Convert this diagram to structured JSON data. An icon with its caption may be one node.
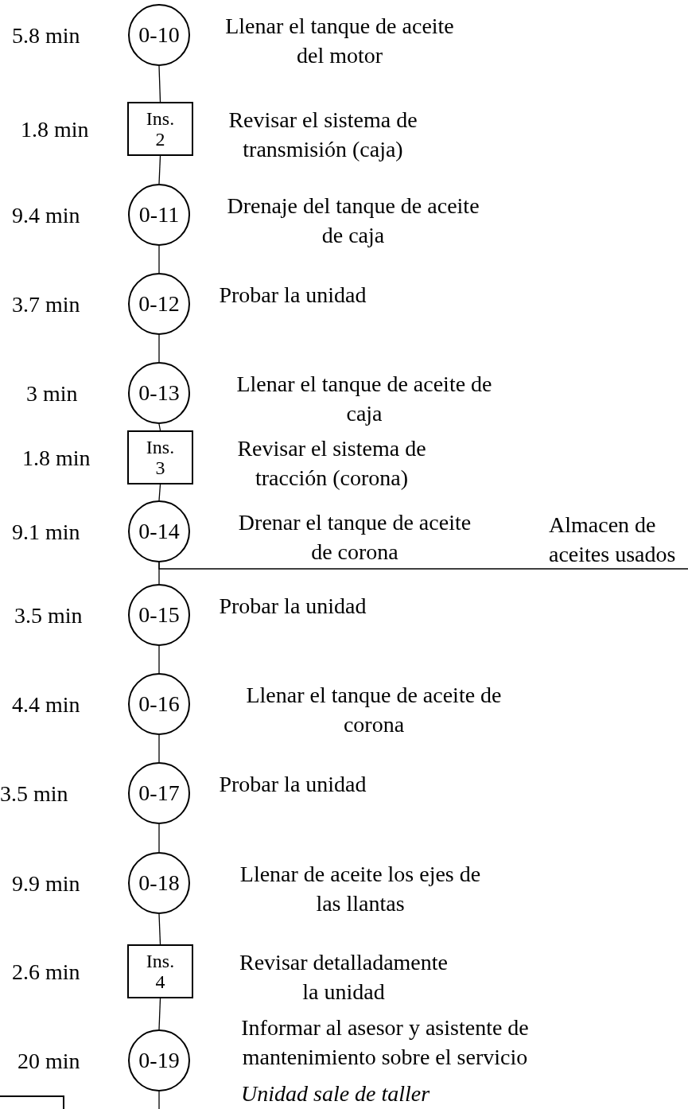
{
  "diagram": {
    "nodes": [
      {
        "text": [
          "0-10"
        ],
        "beside": [
          "5.8 min",
          "Llenar el tanque de aceite del motor"
        ]
      },
      {
        "text": [
          "Ins. 2"
        ],
        "beside": [
          "1.8 min",
          "Revisar el sistema de transmisión (caja)"
        ]
      },
      {
        "text": [
          "0-11"
        ],
        "beside": [
          "9.4 min",
          "Drenaje del tanque de aceite de caja"
        ]
      },
      {
        "text": [
          "0-12"
        ],
        "beside": [
          "3.7 min",
          "Probar la unidad"
        ]
      },
      {
        "text": [
          "0-13"
        ],
        "beside": [
          "3 min",
          "Llenar el tanque de aceite de caja"
        ]
      },
      {
        "text": [
          "Ins. 3"
        ],
        "beside": [
          "1.8 min",
          "Revisar el sistema de tracción (corona)"
        ]
      },
      {
        "text": [
          "0-14"
        ],
        "beside": [
          "9.1 min",
          "Drenar el tanque de aceite de corona"
        ]
      },
      {
        "text": [
          "0-15"
        ],
        "beside": [
          "3.5 min",
          "Probar la unidad"
        ]
      },
      {
        "text": [
          "0-16"
        ],
        "beside": [
          "4.4 min",
          "Llenar el tanque de aceite de corona"
        ]
      },
      {
        "text": [
          "0-17"
        ],
        "beside": [
          "3.5 min",
          "Probar la unidad"
        ]
      },
      {
        "text": [
          "0-18"
        ],
        "beside": [
          "9.9 min",
          "Llenar de aceite los ejes de las llantas"
        ]
      },
      {
        "text": [
          "Ins. 4"
        ],
        "beside": [
          "2.6 min",
          "Revisar detalladamente la unidad"
        ]
      },
      {
        "text": [
          "0-19"
        ],
        "beside": [
          "20 min",
          "Informar al asesor y asistente de mantenimiento sobre el servicio"
        ]
      },
      {
        "text": [
          "Almacen de aceites usados"
        ]
      }
    ],
    "edges": [
      {
        "from": 0,
        "to": 1,
        "arrow": "none"
      },
      {
        "from": 1,
        "to": 2,
        "arrow": "none"
      },
      {
        "from": 2,
        "to": 3,
        "arrow": "none"
      },
      {
        "from": 3,
        "to": 4,
        "arrow": "none"
      },
      {
        "from": 4,
        "to": 5,
        "arrow": "none"
      },
      {
        "from": 5,
        "to": 6,
        "arrow": "none"
      },
      {
        "from": 6,
        "to": 7,
        "arrow": "none"
      },
      {
        "from": 7,
        "to": 8,
        "arrow": "none"
      },
      {
        "from": 8,
        "to": 9,
        "arrow": "none"
      },
      {
        "from": 9,
        "to": 10,
        "arrow": "none"
      },
      {
        "from": 10,
        "to": 11,
        "arrow": "none"
      },
      {
        "from": 11,
        "to": 12,
        "arrow": "none"
      },
      {
        "from": 12,
        "to": null,
        "arrow": "none"
      },
      {
        "from": 6,
        "to": 13,
        "arrow": "none"
      }
    ],
    "labels": [
      "Unidad sale de taller"
    ]
  }
}
